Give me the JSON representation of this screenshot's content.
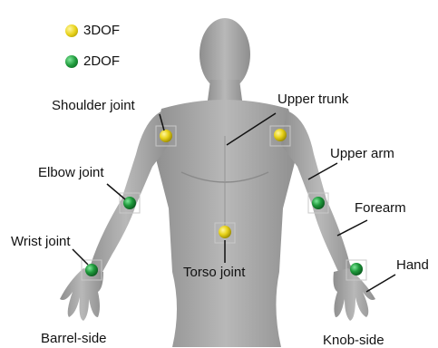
{
  "colors": {
    "dof3": "#e8d21a",
    "dof2": "#1f9a3c",
    "body": "#a9a9a9",
    "body_dark": "#7c7c7c",
    "line": "#111111",
    "text": "#111111"
  },
  "legend": [
    {
      "label": "3DOF",
      "kind": "dof3"
    },
    {
      "label": "2DOF",
      "kind": "dof2"
    }
  ],
  "labels": {
    "shoulder_joint": "Shoulder joint",
    "upper_trunk": "Upper trunk",
    "upper_arm": "Upper arm",
    "elbow_joint": "Elbow joint",
    "forearm": "Forearm",
    "wrist_joint": "Wrist joint",
    "torso_joint": "Torso joint",
    "hand": "Hand",
    "barrel_side": "Barrel-side",
    "knob_side": "Knob-side"
  },
  "joints": [
    {
      "name": "shoulder-left",
      "kind": "dof3"
    },
    {
      "name": "shoulder-right",
      "kind": "dof3"
    },
    {
      "name": "torso",
      "kind": "dof3"
    },
    {
      "name": "elbow-left",
      "kind": "dof2"
    },
    {
      "name": "elbow-right",
      "kind": "dof2"
    },
    {
      "name": "wrist-left",
      "kind": "dof2"
    },
    {
      "name": "wrist-right",
      "kind": "dof2"
    }
  ]
}
